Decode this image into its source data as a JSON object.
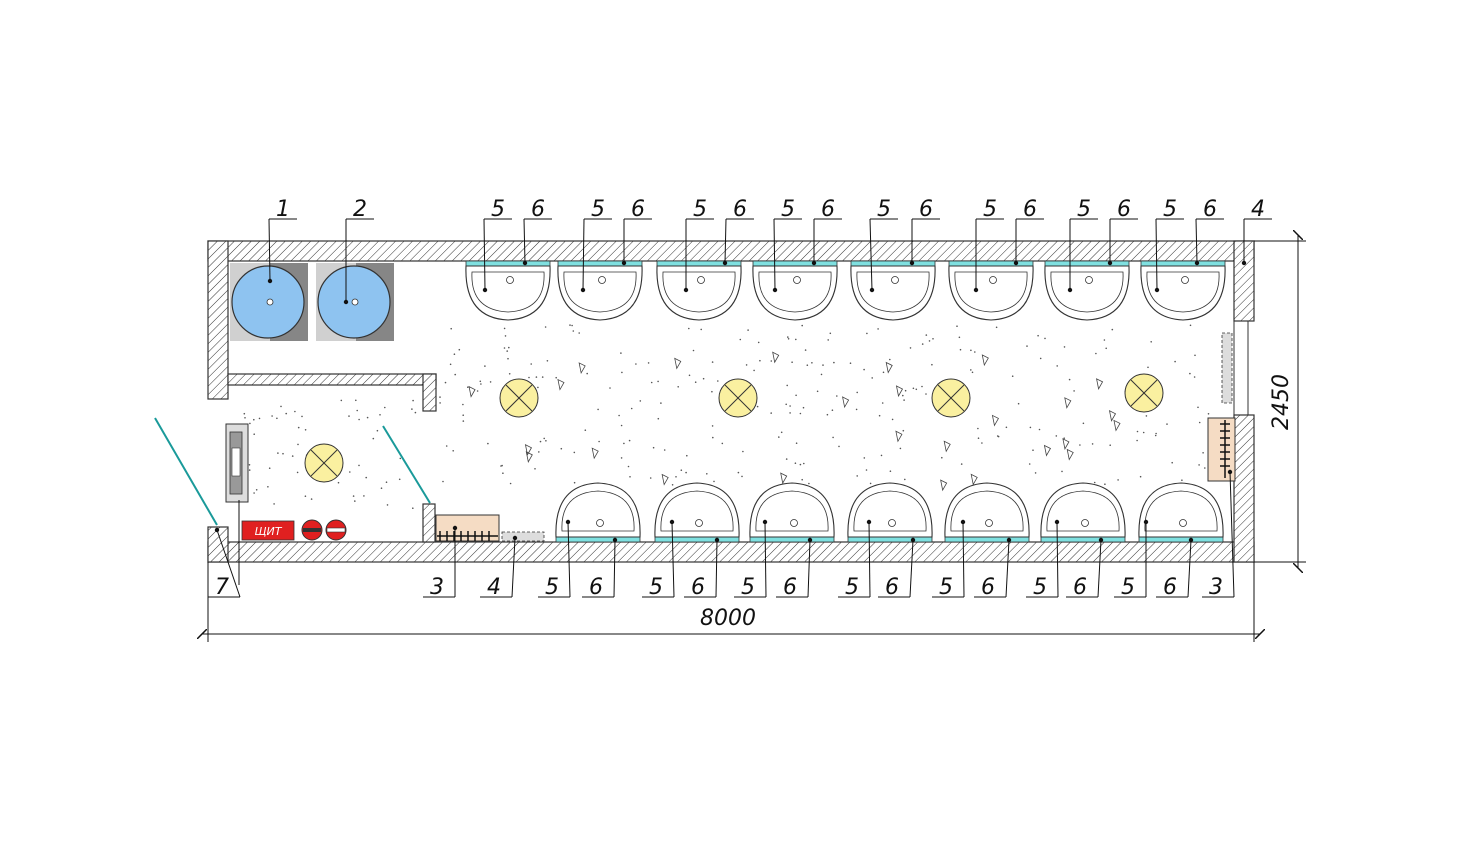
{
  "diagram": {
    "dimensions": {
      "length": "8000",
      "width": "2450"
    },
    "electric_panel_label": "ЩИТ",
    "callouts_top": [
      "1",
      "2",
      "5",
      "6",
      "5",
      "6",
      "5",
      "6",
      "5",
      "6",
      "5",
      "6",
      "5",
      "6",
      "5",
      "6",
      "5",
      "6",
      "4"
    ],
    "callouts_bottom": [
      "7",
      "3",
      "4",
      "5",
      "6",
      "5",
      "6",
      "5",
      "6",
      "5",
      "6",
      "5",
      "6",
      "5",
      "6",
      "5",
      "6",
      "3"
    ],
    "colors": {
      "wall_hatch": "#333333",
      "water_tank": "#8ec3f0",
      "ceiling_light": "#faf0a0",
      "mirror_shelf": "#7fe0e0",
      "door_line": "#1a9a9a",
      "electric_panel": "#e02020",
      "heater": "#f5dcc4"
    },
    "icons": [
      "water-tank-icon",
      "washbasin-icon",
      "ceiling-light-icon",
      "electric-panel-icon",
      "door-swing-icon",
      "heater-icon",
      "radiator-icon"
    ]
  }
}
